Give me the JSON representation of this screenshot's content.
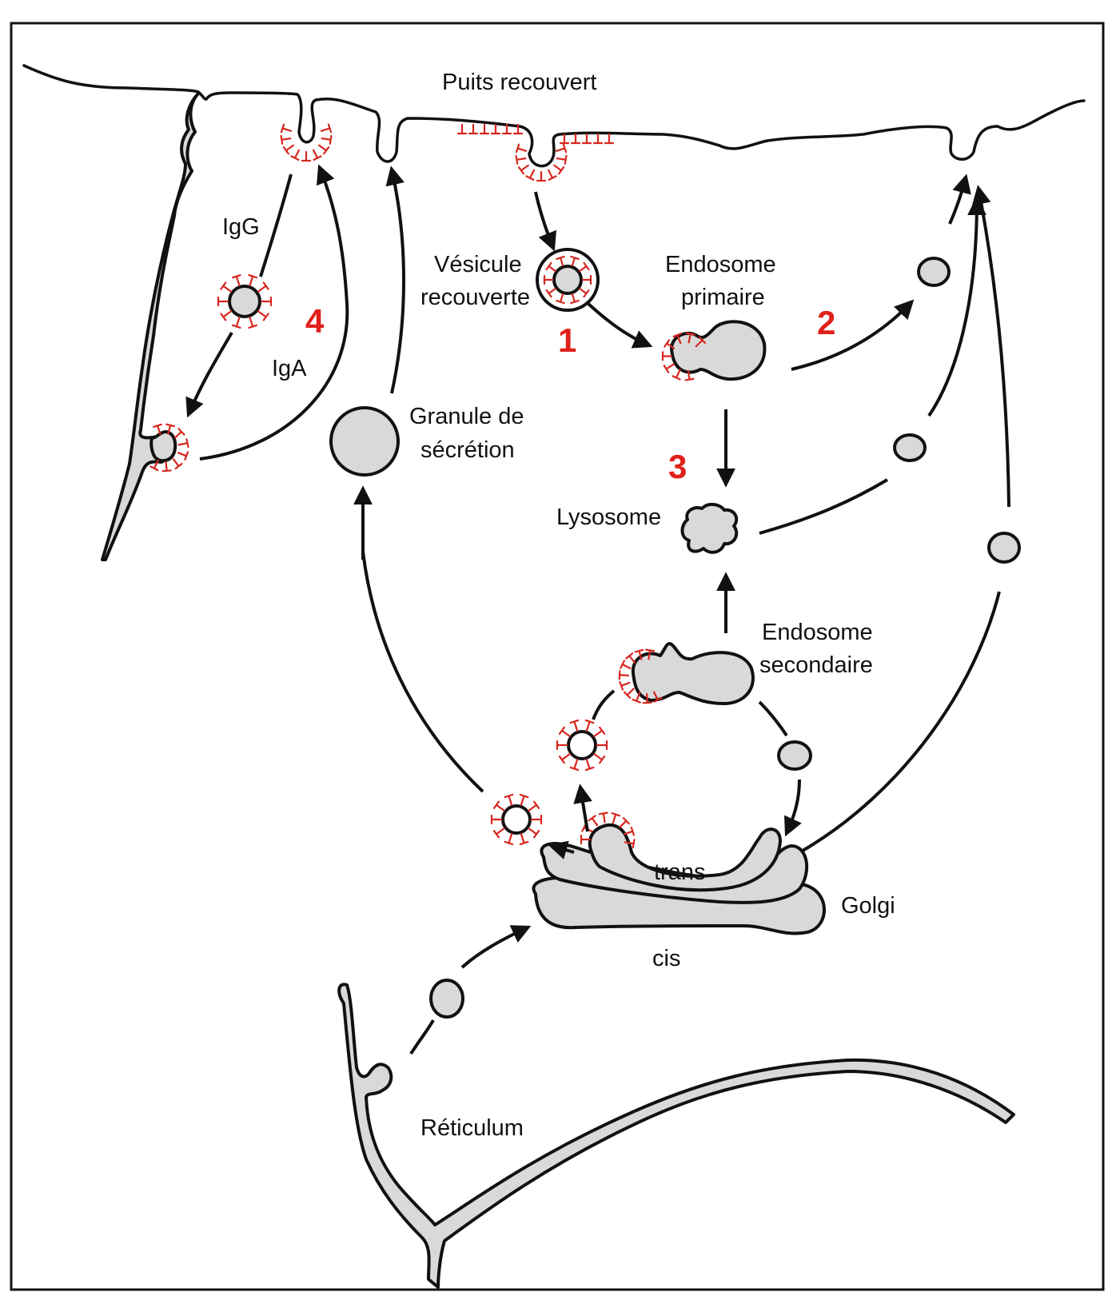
{
  "diagram": {
    "type": "membrane-trafficking",
    "colors": {
      "stroke": "#111111",
      "organelle_fill": "#d9d9d9",
      "clathrin_coat": "#d7261e",
      "step_number": "#e0201a",
      "background": "#ffffff"
    },
    "labels": {
      "coated_pit": "Puits recouvert",
      "coated_vesicle_line1": "Vésicule",
      "coated_vesicle_line2": "recouverte",
      "early_endosome_line1": "Endosome",
      "early_endosome_line2": "primaire",
      "lysosome": "Lysosome",
      "late_endosome_line1": "Endosome",
      "late_endosome_line2": "secondaire",
      "secretory_granule_line1": "Granule de",
      "secretory_granule_line2": "sécrétion",
      "igg": "IgG",
      "iga": "IgA",
      "trans": "trans",
      "golgi": "Golgi",
      "cis": "cis",
      "reticulum": "Réticulum"
    },
    "steps": [
      "1",
      "2",
      "3",
      "4"
    ],
    "nodes": [
      {
        "id": "plasma-membrane",
        "label": "Puits recouvert"
      },
      {
        "id": "coated-vesicle",
        "label": "Vésicule recouverte"
      },
      {
        "id": "early-endosome",
        "label": "Endosome primaire"
      },
      {
        "id": "lysosome",
        "label": "Lysosome"
      },
      {
        "id": "late-endosome",
        "label": "Endosome secondaire"
      },
      {
        "id": "secretory-granule",
        "label": "Granule de sécrétion"
      },
      {
        "id": "golgi",
        "label": "Golgi"
      },
      {
        "id": "reticulum",
        "label": "Réticulum"
      }
    ],
    "edges": [
      {
        "from": "plasma-membrane",
        "to": "coated-vesicle"
      },
      {
        "from": "coated-vesicle",
        "to": "early-endosome",
        "step": "1"
      },
      {
        "from": "early-endosome",
        "to": "plasma-membrane",
        "step": "2"
      },
      {
        "from": "early-endosome",
        "to": "lysosome",
        "step": "3"
      },
      {
        "from": "lysosome",
        "to": "plasma-membrane"
      },
      {
        "from": "late-endosome",
        "to": "lysosome"
      },
      {
        "from": "golgi",
        "to": "late-endosome"
      },
      {
        "from": "late-endosome",
        "to": "golgi"
      },
      {
        "from": "golgi",
        "to": "plasma-membrane"
      },
      {
        "from": "golgi",
        "to": "secretory-granule"
      },
      {
        "from": "secretory-granule",
        "to": "plasma-membrane"
      },
      {
        "from": "reticulum",
        "to": "golgi"
      },
      {
        "from": "plasma-membrane",
        "to": "lateral-membrane",
        "label": "IgG",
        "step": "4"
      },
      {
        "from": "lateral-membrane",
        "to": "plasma-membrane",
        "label": "IgA",
        "step": "4"
      }
    ]
  }
}
